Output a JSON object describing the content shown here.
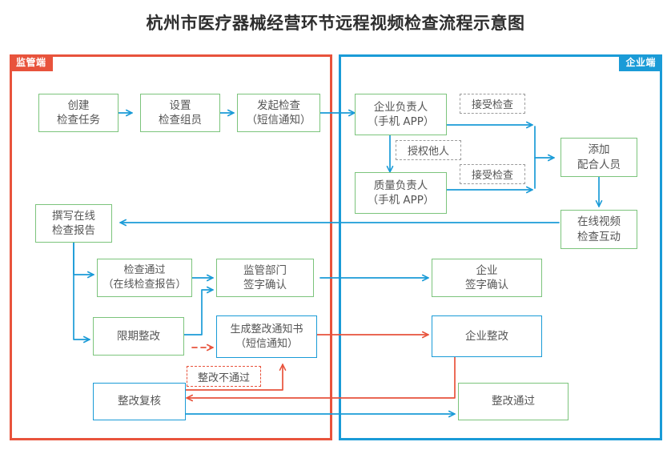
{
  "title": "杭州市医疗器械经营环节远程视频检查流程示意图",
  "colors": {
    "gov_panel_border": "#e8533c",
    "ent_panel_border": "#1a9bd7",
    "node_green_border": "#7cc47c",
    "node_blue_border": "#1a9bd7",
    "arrow_blue": "#1a9bd7",
    "arrow_red": "#e8533c",
    "tag_grey_border": "#9b9b9b",
    "text": "#555555"
  },
  "panels": [
    {
      "id": "gov",
      "label": "监管端"
    },
    {
      "id": "ent",
      "label": "企业端"
    }
  ],
  "nodes": [
    {
      "id": "create-task",
      "style": "green",
      "lines": [
        "创建",
        "检查任务"
      ]
    },
    {
      "id": "set-members",
      "style": "green",
      "lines": [
        "设置",
        "检查组员"
      ]
    },
    {
      "id": "launch-check",
      "style": "green",
      "lines": [
        "发起检查",
        "（短信通知）"
      ]
    },
    {
      "id": "ent-manager",
      "style": "green",
      "lines": [
        "企业负责人",
        "（手机 APP）"
      ]
    },
    {
      "id": "quality-manager",
      "style": "green",
      "lines": [
        "质量负责人",
        "（手机 APP）"
      ]
    },
    {
      "id": "add-staff",
      "style": "green",
      "lines": [
        "添加",
        "配合人员"
      ]
    },
    {
      "id": "video-interact",
      "style": "green",
      "lines": [
        "在线视频",
        "检查互动"
      ]
    },
    {
      "id": "write-report",
      "style": "green",
      "lines": [
        "撰写在线",
        "检查报告"
      ]
    },
    {
      "id": "check-passed",
      "style": "green",
      "lines": [
        "检查通过",
        "（在线检查报告）"
      ]
    },
    {
      "id": "gov-sign",
      "style": "green",
      "lines": [
        "监管部门",
        "签字确认"
      ]
    },
    {
      "id": "ent-sign",
      "style": "green",
      "lines": [
        "企业",
        "签字确认"
      ]
    },
    {
      "id": "deadline-rectify",
      "style": "green",
      "lines": [
        "限期整改"
      ]
    },
    {
      "id": "gen-notice",
      "style": "blue",
      "lines": [
        "生成整改通知书",
        "（短信通知）"
      ]
    },
    {
      "id": "ent-rectify",
      "style": "blue",
      "lines": [
        "企业整改"
      ]
    },
    {
      "id": "rectify-review",
      "style": "blue",
      "lines": [
        "整改复核"
      ]
    },
    {
      "id": "rectify-passed",
      "style": "green",
      "lines": [
        "整改通过"
      ]
    }
  ],
  "tags": [
    {
      "id": "accept-check-1",
      "style": "grey",
      "label": "接受检查"
    },
    {
      "id": "authorize-other",
      "style": "grey",
      "label": "授权他人"
    },
    {
      "id": "accept-check-2",
      "style": "grey",
      "label": "接受检查"
    },
    {
      "id": "rectify-failed",
      "style": "red",
      "label": "整改不通过"
    }
  ],
  "flow_edges": [
    {
      "from": "create-task",
      "to": "set-members",
      "color": "blue"
    },
    {
      "from": "set-members",
      "to": "launch-check",
      "color": "blue"
    },
    {
      "from": "launch-check",
      "to": "ent-manager",
      "color": "blue"
    },
    {
      "from": "ent-manager",
      "to": "add-staff",
      "color": "blue",
      "label": "接受检查"
    },
    {
      "from": "ent-manager",
      "to": "quality-manager",
      "color": "blue",
      "label": "授权他人"
    },
    {
      "from": "quality-manager",
      "to": "add-staff",
      "color": "blue",
      "label": "接受检查"
    },
    {
      "from": "add-staff",
      "to": "video-interact",
      "color": "blue"
    },
    {
      "from": "video-interact",
      "to": "write-report",
      "color": "blue"
    },
    {
      "from": "write-report",
      "to": "check-passed",
      "color": "blue"
    },
    {
      "from": "write-report",
      "to": "deadline-rectify",
      "color": "blue"
    },
    {
      "from": "check-passed",
      "to": "gov-sign",
      "color": "blue"
    },
    {
      "from": "deadline-rectify",
      "to": "gov-sign",
      "color": "blue"
    },
    {
      "from": "gov-sign",
      "to": "ent-sign",
      "color": "blue"
    },
    {
      "from": "deadline-rectify",
      "to": "gen-notice",
      "color": "red",
      "dashed": true
    },
    {
      "from": "gen-notice",
      "to": "ent-rectify",
      "color": "red"
    },
    {
      "from": "ent-rectify",
      "to": "rectify-review",
      "color": "red"
    },
    {
      "from": "rectify-review",
      "to": "gen-notice",
      "color": "red",
      "label": "整改不通过"
    },
    {
      "from": "rectify-review",
      "to": "rectify-passed",
      "color": "blue"
    }
  ]
}
